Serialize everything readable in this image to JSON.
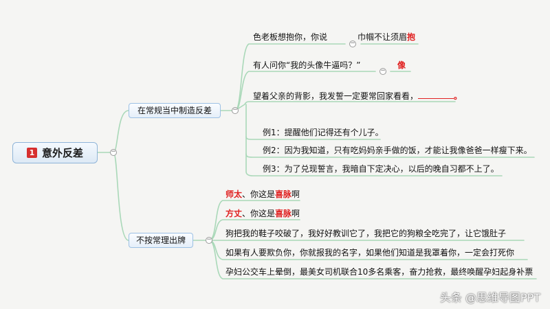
{
  "root": {
    "badge": "1",
    "label": "意外反差"
  },
  "branch1": {
    "label": "在常规当中制造反差",
    "leaf1": {
      "text": "色老板想抱你，你说",
      "answer_prefix": "巾帼不让须眉",
      "answer_red": "抱"
    },
    "leaf2": {
      "text": "有人问你“我的头像牛逼吗？”",
      "answer_red": "像"
    },
    "leaf3": {
      "text": "望着父亲的背影，我发誓一定要常回家看看，",
      "suffix": "。"
    },
    "examples": [
      "例1：提醒他们记得还有个儿子。",
      "例2：因为我知道，只有吃妈妈亲手做的饭，才能让我像爸爸一样瘦下来。",
      "例3：为了兑现誓言，我暗自下定决心，以后的晚自习都不上了。"
    ]
  },
  "branch2": {
    "label": "不按常理出牌",
    "leaf1": {
      "red1": "师太",
      "mid": "、你这是",
      "red2": "喜脉",
      "end": "啊"
    },
    "leaf2": {
      "red1": "方丈",
      "mid": "、你这是",
      "red2": "喜脉",
      "end": "啊"
    },
    "leaf3": "狗把我的鞋子咬破了，我好好教训它了，我把它的狗粮全吃完了，让它饿肚子",
    "leaf4": "如果有人要欺负你，你就报我的名字，如果他们知道是我罩着你，一定会打死你",
    "leaf5": "孕妇公交车上晕倒，最美女司机联合10多名乘客，奋力抢救，最终唤醒孕妇起身补票"
  },
  "watermark": "头条 @思维导图PPT",
  "colors": {
    "link": "#a9d8b8",
    "accent_red": "#e02020",
    "node_border": "#9cc0e4"
  }
}
